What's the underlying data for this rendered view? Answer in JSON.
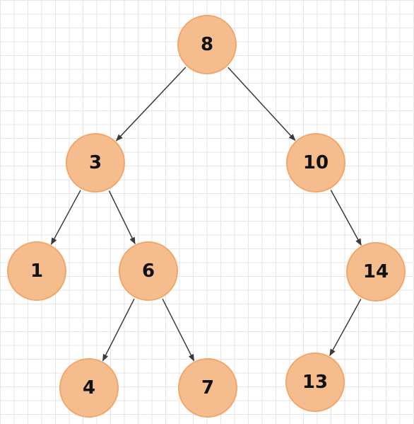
{
  "colors": {
    "node_fill": "#f5bd8e",
    "node_border": "#f2a76a",
    "edge": "#3a3a3a",
    "grid": "#e6e6e6",
    "background": "#ffffff"
  },
  "tree": {
    "nodes": [
      {
        "id": "n8",
        "label": "8"
      },
      {
        "id": "n3",
        "label": "3"
      },
      {
        "id": "n10",
        "label": "10"
      },
      {
        "id": "n1",
        "label": "1"
      },
      {
        "id": "n6",
        "label": "6"
      },
      {
        "id": "n14",
        "label": "14"
      },
      {
        "id": "n4",
        "label": "4"
      },
      {
        "id": "n7",
        "label": "7"
      },
      {
        "id": "n13",
        "label": "13"
      }
    ],
    "edges": [
      {
        "from": "n8",
        "to": "n3"
      },
      {
        "from": "n8",
        "to": "n10"
      },
      {
        "from": "n3",
        "to": "n1"
      },
      {
        "from": "n3",
        "to": "n6"
      },
      {
        "from": "n10",
        "to": "n14"
      },
      {
        "from": "n6",
        "to": "n4"
      },
      {
        "from": "n6",
        "to": "n7"
      },
      {
        "from": "n14",
        "to": "n13"
      }
    ]
  }
}
